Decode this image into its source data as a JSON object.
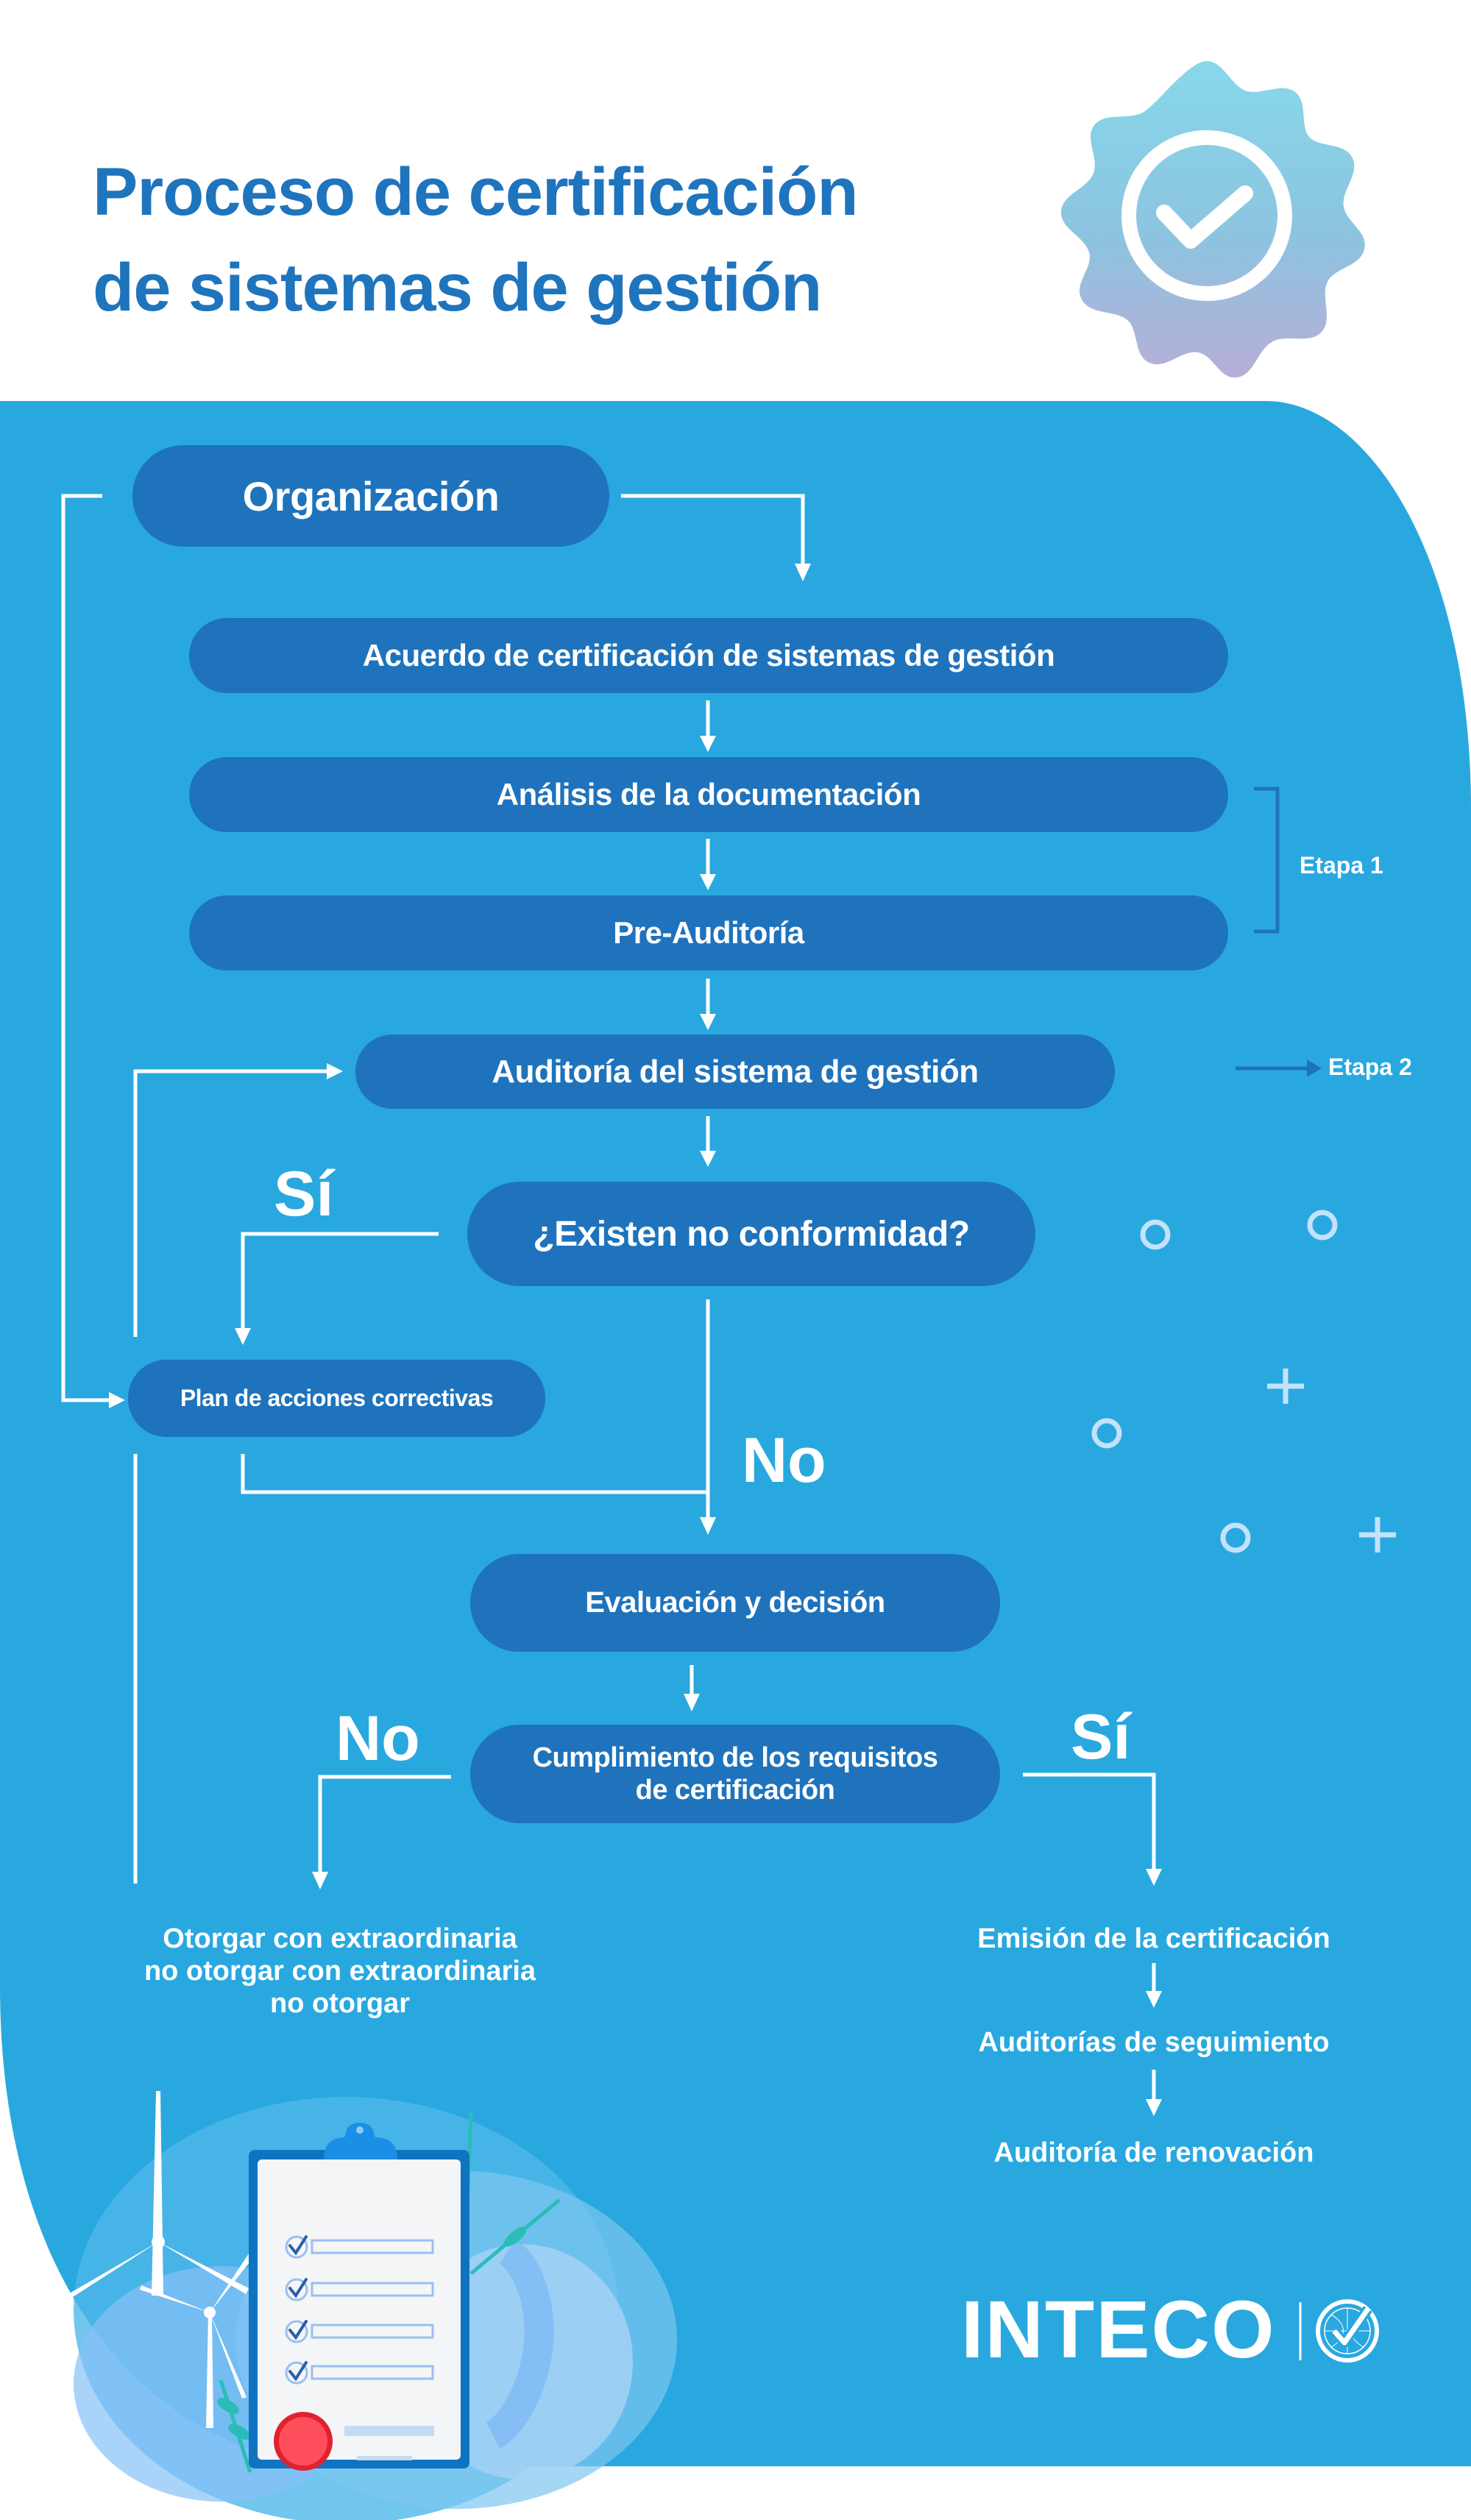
{
  "header": {
    "title_line1": "Proceso de certificación",
    "title_line2": "de sistemas de gestión",
    "badge_icon": "certified-badge-check-icon"
  },
  "colors": {
    "background_panel": "#29a8e0",
    "node_fill": "#1e73bc",
    "title_text": "#1f74be",
    "connector": "#ffffff",
    "decoration": "#c3e2fb",
    "badge_gradient_top": "#87d8ea",
    "badge_gradient_bottom": "#b8aed8"
  },
  "flow": {
    "start": "Organización",
    "steps": [
      "Acuerdo de certificación de sistemas de gestión",
      "Análisis de la documentación",
      "Pre-Auditoría",
      "Auditoría del sistema de gestión"
    ],
    "decision1": {
      "question": "¿Existen no conformidad?",
      "yes_label": "Sí",
      "no_label": "No",
      "yes_target": "Plan de acciones correctivas"
    },
    "evaluation": "Evaluación y decisión",
    "decision2": {
      "question_line1": "Cumplimiento de los requisitos",
      "question_line2": "de certificación",
      "no_label": "No",
      "yes_label": "Sí"
    },
    "no_outcome": [
      "Otorgar con extraordinaria",
      "no otorgar con extraordinaria",
      "no otorgar"
    ],
    "yes_outcomes": [
      "Emisión de la certificación",
      "Auditorías de seguimiento",
      "Auditoría de renovación"
    ]
  },
  "stages": {
    "stage1": "Etapa 1",
    "stage2": "Etapa 2"
  },
  "footer": {
    "brand": "INTECO",
    "brand_icon": "globe-check-icon",
    "illustration": "clipboard-checklist-illustration"
  }
}
